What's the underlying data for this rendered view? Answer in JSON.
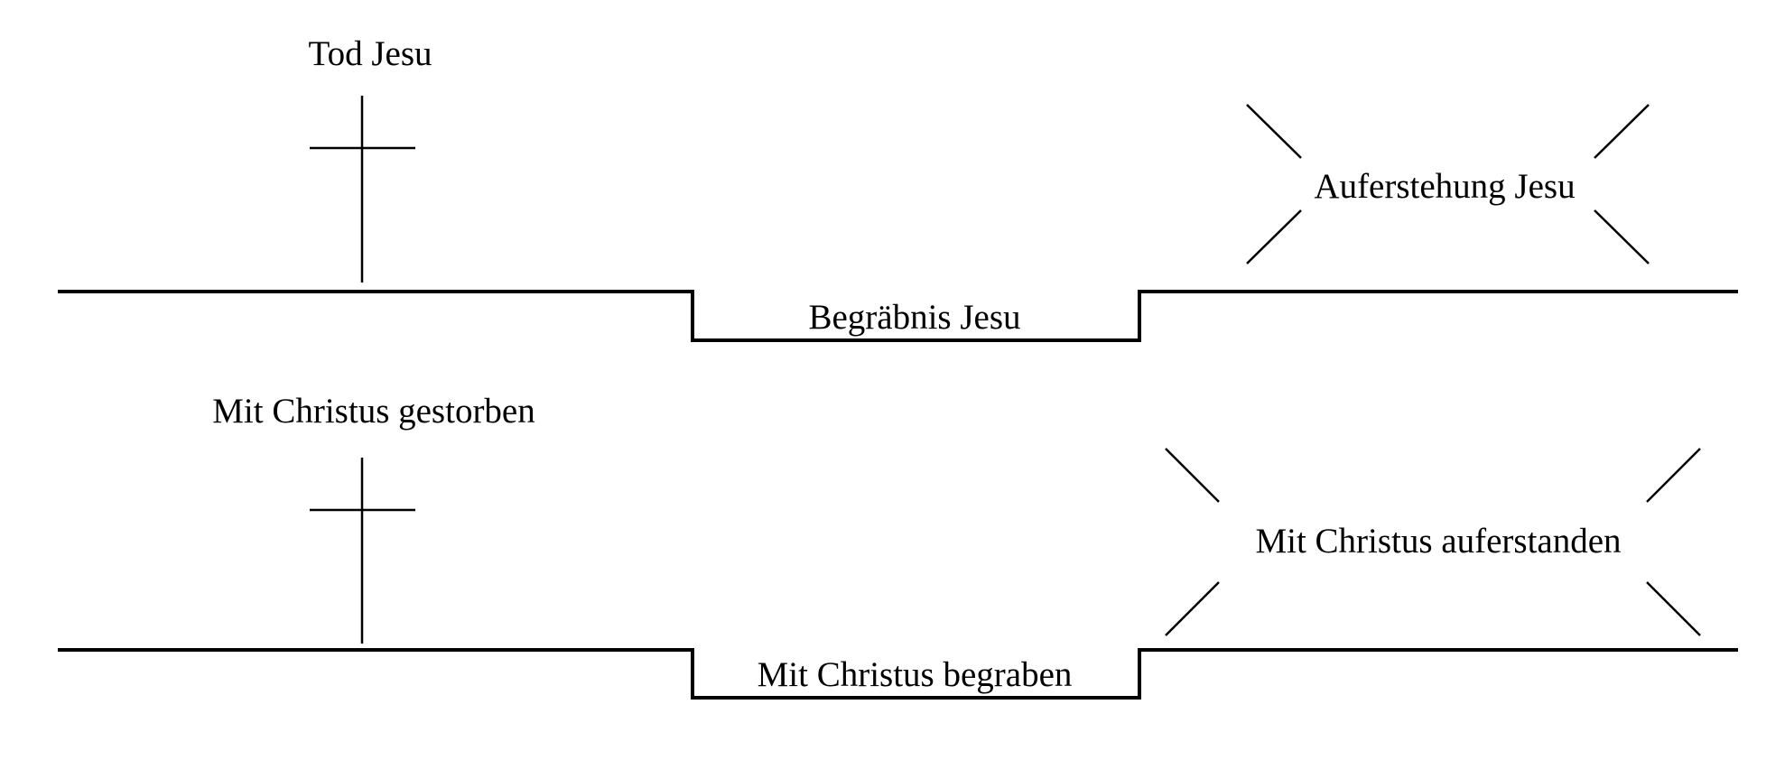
{
  "diagram": {
    "top": {
      "death_label": "Tod Jesu",
      "burial_label": "Begräbnis Jesu",
      "resurrection_label": "Auferstehung Jesu"
    },
    "bottom": {
      "death_label": "Mit Christus gestorben",
      "burial_label": "Mit Christus begraben",
      "resurrection_label": "Mit Christus auferstanden"
    }
  }
}
